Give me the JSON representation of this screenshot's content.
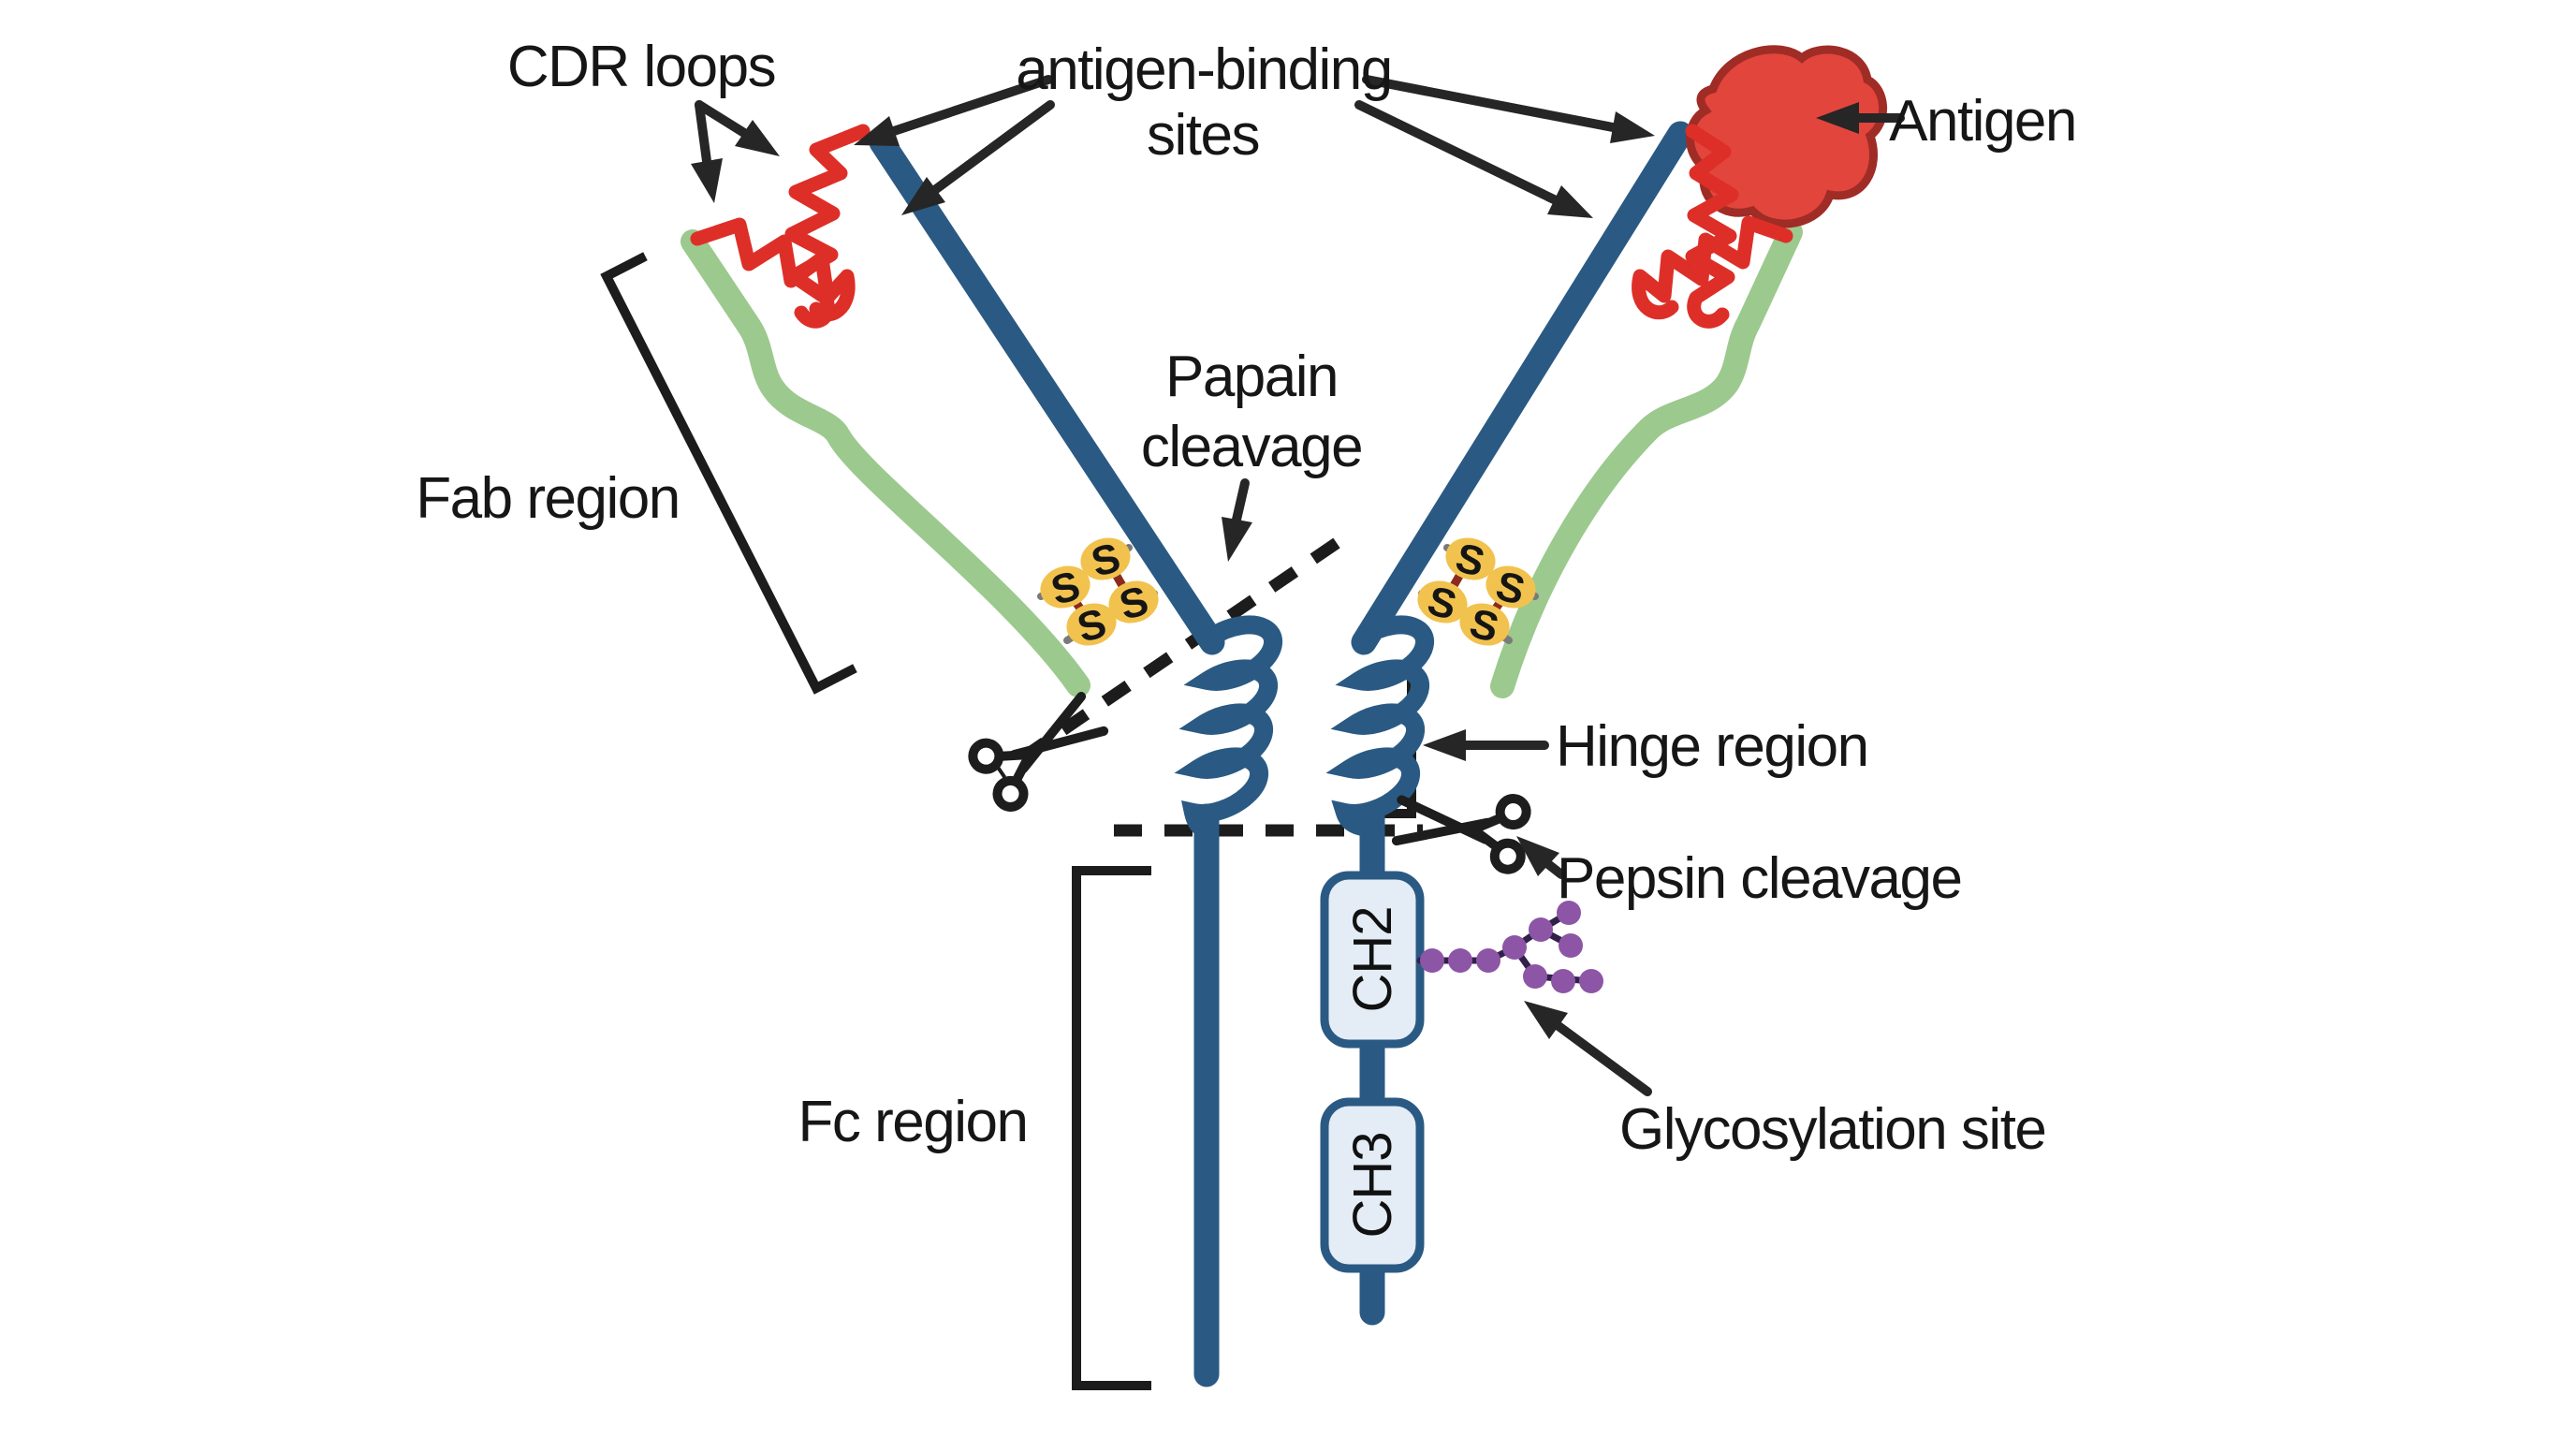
{
  "diagram": {
    "subject": "antibody-immunoglobulin-structure",
    "colors": {
      "heavy_chain_blue": "#2a5a83",
      "light_chain_green": "#9cc98e",
      "cdr_loop_red": "#dd2f28",
      "antigen_fill": "#e2453c",
      "antigen_border": "#a02c26",
      "disulfide_yellow": "#f2c24e",
      "domain_box_fill": "#e4ecf5",
      "glycan_purple": "#8d55a5",
      "ink": "#1c1c1c",
      "background": "#ffffff"
    },
    "labels": {
      "cdr_loops": "CDR loops",
      "antigen_binding_line1": "antigen-binding",
      "antigen_binding_line2": "sites",
      "antigen": "Antigen",
      "papain_line1": "Papain",
      "papain_line2": "cleavage",
      "fab_region": "Fab region",
      "hinge_region": "Hinge region",
      "pepsin_cleavage": "Pepsin cleavage",
      "fc_region": "Fc region",
      "glycosylation_site": "Glycosylation site",
      "domain_ch2": "CH2",
      "domain_ch3": "CH3",
      "disulfide_letter": "S"
    }
  }
}
